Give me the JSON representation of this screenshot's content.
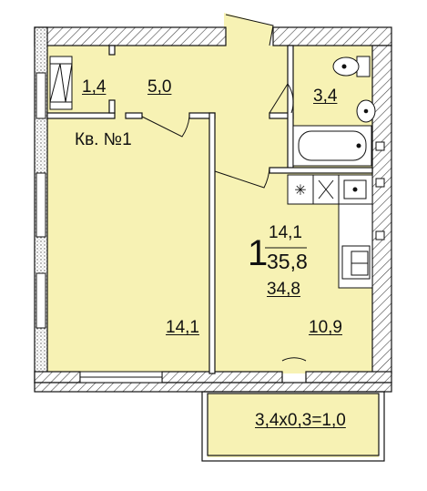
{
  "apartment": {
    "label": "Кв. №1",
    "rooms_count": "1",
    "area_living": "14,1",
    "area_total": "35,8",
    "area_reduced": "34,8"
  },
  "rooms": {
    "storage": "1,4",
    "hall": "5,0",
    "bathroom": "3,4",
    "bedroom": "14,1",
    "kitchen": "10,9"
  },
  "balcony": {
    "label": "3,4x0,3=1,0"
  },
  "colors": {
    "floor": "#f7f2b4",
    "wall": "#ffffff",
    "line": "#111111",
    "hatch": "#555555"
  }
}
